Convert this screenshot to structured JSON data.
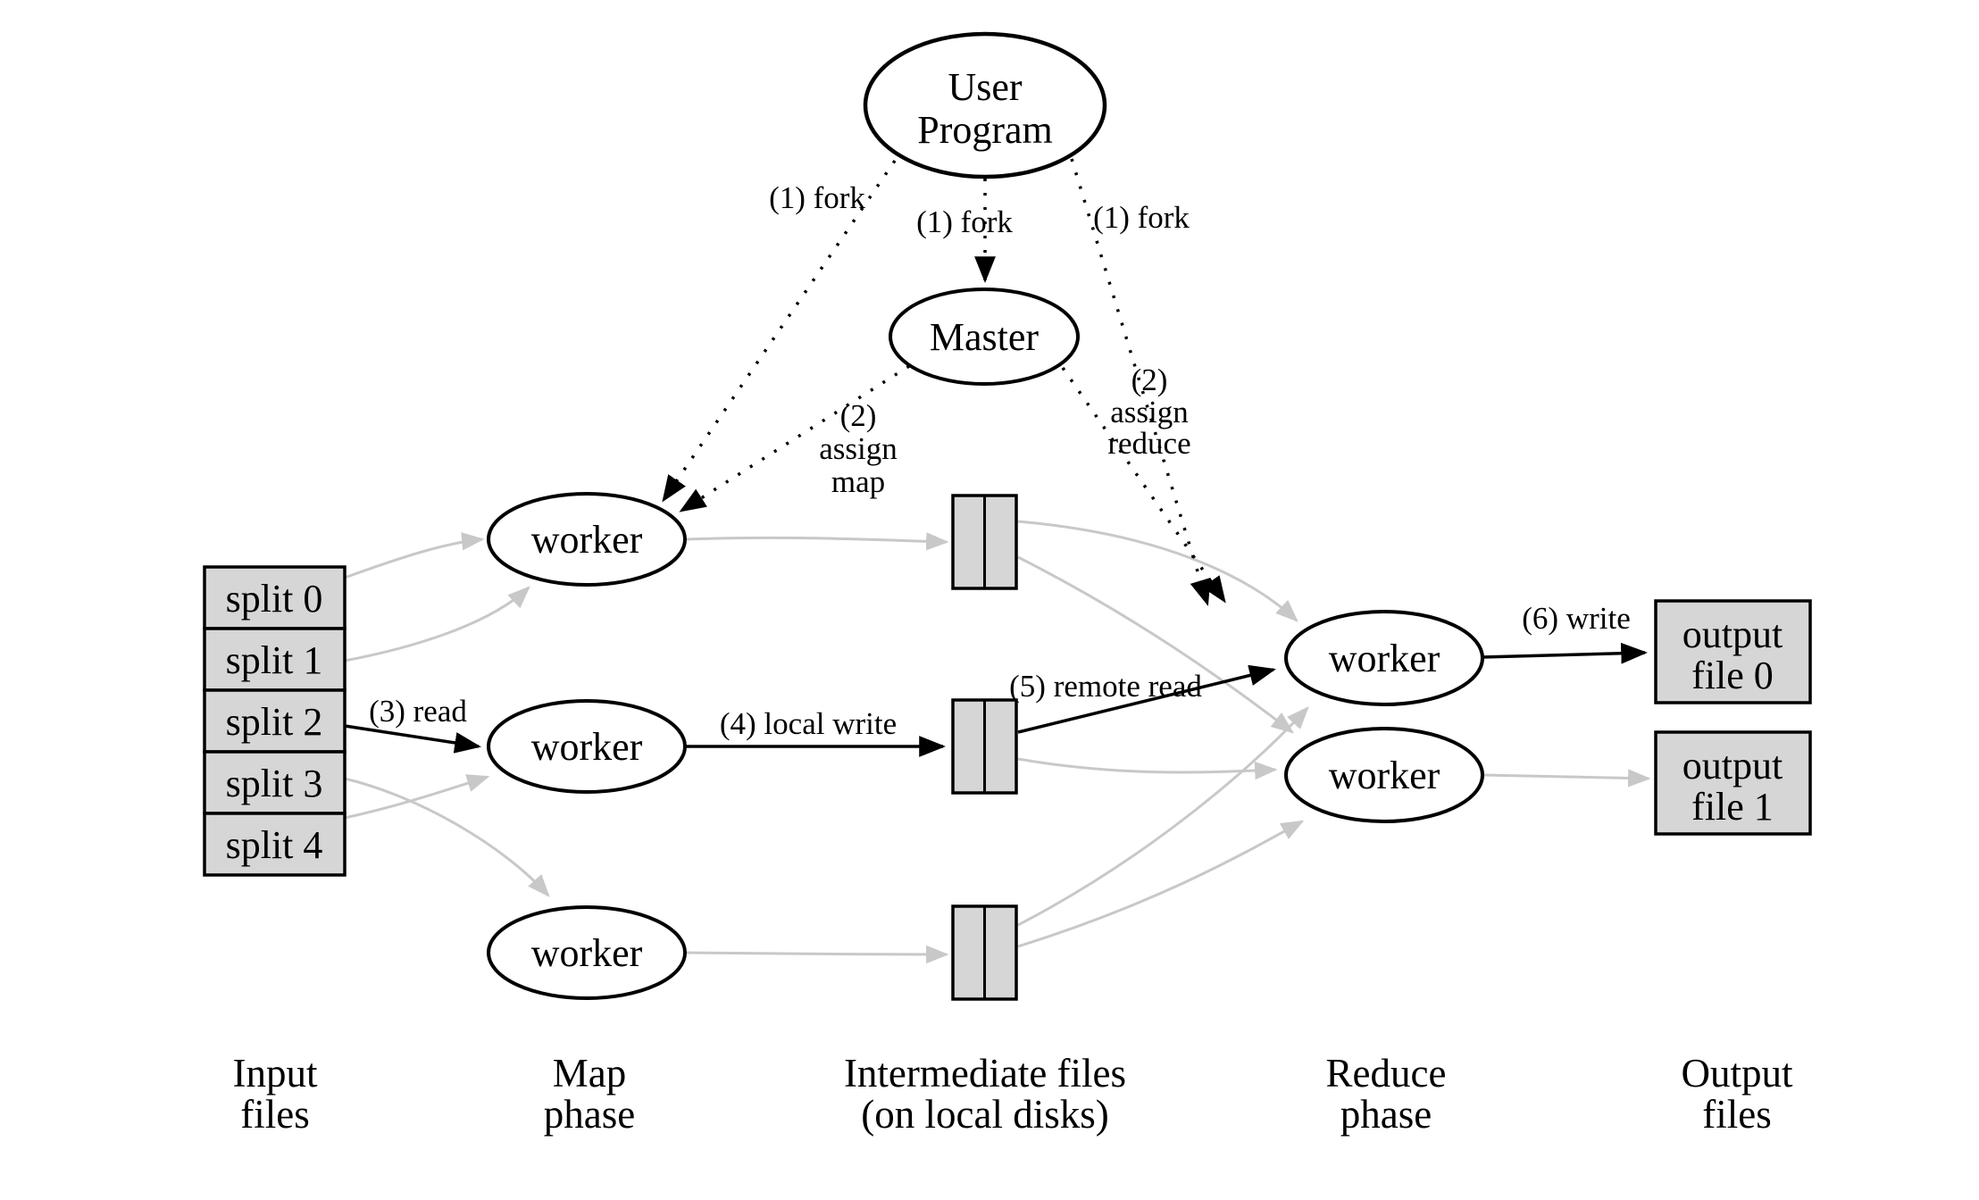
{
  "diagram": "MapReduce execution overview",
  "nodes": {
    "user_program": [
      "User",
      "Program"
    ],
    "master": "Master",
    "map_workers": [
      "worker",
      "worker",
      "worker"
    ],
    "reduce_workers": [
      "worker",
      "worker"
    ],
    "splits": [
      "split 0",
      "split 1",
      "split 2",
      "split 3",
      "split 4"
    ],
    "output_files": [
      [
        "output",
        "file 0"
      ],
      [
        "output",
        "file 1"
      ]
    ]
  },
  "edge_labels": {
    "fork_left": "(1) fork",
    "fork_center": "(1) fork",
    "fork_right": "(1) fork",
    "assign_map": [
      "(2)",
      "assign",
      "map"
    ],
    "assign_reduce": [
      "(2)",
      "assign",
      "reduce"
    ],
    "read": "(3) read",
    "local_write": "(4) local write",
    "remote_read": "(5) remote read",
    "write": "(6) write"
  },
  "column_labels": [
    [
      "Input",
      "files"
    ],
    [
      "Map",
      "phase"
    ],
    [
      "Intermediate files",
      "(on local disks)"
    ],
    [
      "Reduce",
      "phase"
    ],
    [
      "Output",
      "files"
    ]
  ],
  "colors": {
    "background": "#ffffff",
    "node_fill": "#ffffff",
    "file_box_fill": "#d6d6d6",
    "gray_arrow": "#c8c8c8",
    "line_black": "#000000"
  }
}
